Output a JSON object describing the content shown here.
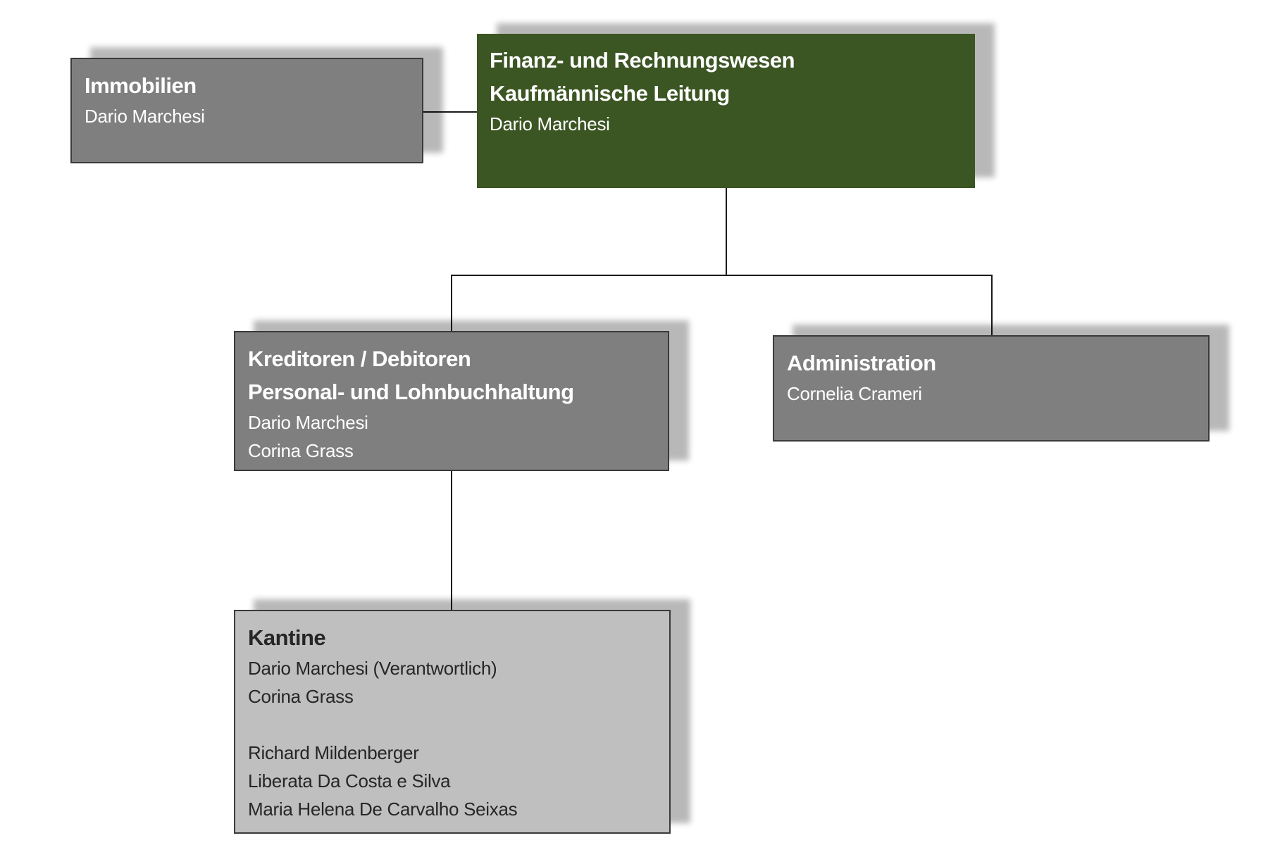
{
  "nodes": {
    "finance": {
      "titles": [
        "Finanz- und Rechnungswesen",
        "Kaufmännische Leitung"
      ],
      "members": [
        "Dario Marchesi"
      ],
      "color": "#3b5523"
    },
    "immobilien": {
      "titles": [
        "Immobilien"
      ],
      "members": [
        "Dario Marchesi"
      ],
      "color": "#7f7f7f"
    },
    "kreditoren": {
      "titles": [
        "Kreditoren / Debitoren",
        "Personal- und Lohnbuchhaltung"
      ],
      "members": [
        "Dario Marchesi",
        "Corina Grass"
      ],
      "color": "#7f7f7f"
    },
    "administration": {
      "titles": [
        "Administration"
      ],
      "members": [
        "Cornelia Crameri"
      ],
      "color": "#7f7f7f"
    },
    "kantine": {
      "titles": [
        "Kantine"
      ],
      "members": [
        "Dario Marchesi (Verantwortlich)",
        "Corina Grass"
      ],
      "staff": [
        "Richard Mildenberger",
        "Liberata Da Costa e Silva",
        "Maria Helena De Carvalho Seixas"
      ],
      "color": "#bfbfbf"
    }
  }
}
